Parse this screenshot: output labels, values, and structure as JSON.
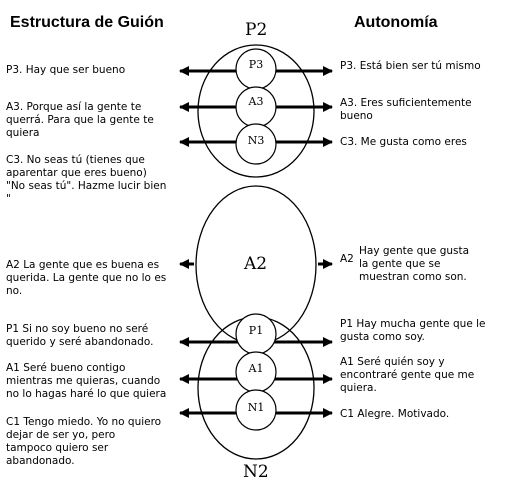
{
  "headers": {
    "left": "Estructura de Guión",
    "right": "Autonomía"
  },
  "ego_labels": {
    "top": "P2",
    "middle": "A2",
    "bottom": "N2"
  },
  "circle_labels": {
    "p3": "P3",
    "a3": "A3",
    "n3": "N3",
    "p1": "P1",
    "a1": "A1",
    "n1": "N1"
  },
  "left": {
    "p3": "P3. Hay que ser bueno",
    "a3": "A3. Porque así la gente te\nquerrá. Para que la gente te\nquiera",
    "c3": "C3.  No seas tú (tienes que\naparentar que eres bueno)\n\"No seas tú\". Hazme lucir bien\n\"",
    "a2": "A2  La gente que es buena es\nquerida. La gente que no lo es\nno.",
    "p1": "P1 Si no soy bueno no seré\nquerido y seré abandonado.",
    "a1": "A1 Seré bueno contigo\nmientras me quieras, cuando\nno lo hagas haré lo que quiera",
    "c1": "C1 Tengo miedo. Yo no quiero\ndejar de ser yo, pero\ntampoco  quiero ser\nabandonado."
  },
  "right": {
    "p3": "P3. Está bien ser tú mismo",
    "a3": "A3. Eres suficientemente\nbueno",
    "c3": "C3.  Me gusta como eres",
    "a2_label": "A2",
    "a2": "Hay gente que gusta\nla gente que se\nmuestran como son.",
    "p1": "P1 Hay mucha gente que le\ngusta como soy.",
    "a1": "A1 Seré quién soy y\nencontraré gente que me\nquiera.",
    "c1": "C1 Alegre. Motivado."
  }
}
